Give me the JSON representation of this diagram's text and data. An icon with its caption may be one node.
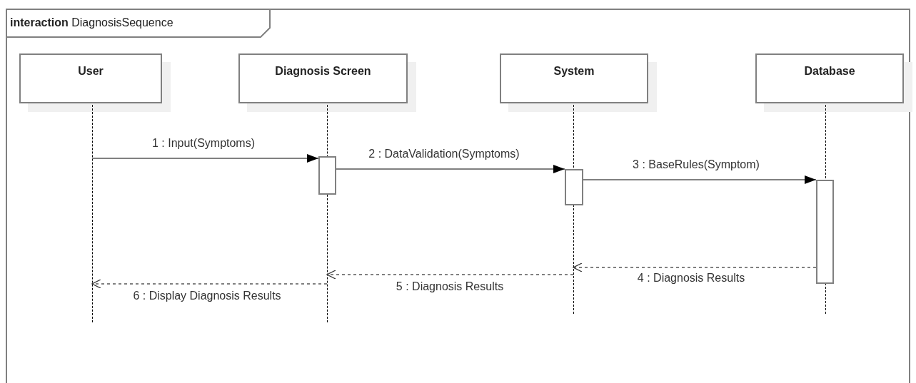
{
  "diagram": {
    "nodes": [
      {
        "text": [
          "**interaction** DiagnosisSequence"
        ]
      },
      {
        "text": [
          "User"
        ],
        "in": 0
      },
      {
        "text": [
          "Diagnosis Screen"
        ],
        "in": 0
      },
      {
        "text": [
          "System"
        ],
        "in": 0
      },
      {
        "text": [
          "Database"
        ],
        "in": 0
      },
      {
        "text": [],
        "shape": "line",
        "in": 0
      },
      {
        "text": [],
        "shape": "line",
        "in": 0
      },
      {
        "text": [],
        "shape": "line",
        "in": 0
      },
      {
        "text": [],
        "shape": "line",
        "in": 0
      },
      {
        "text": [],
        "shape": "bar",
        "in": 0
      },
      {
        "text": [],
        "shape": "bar",
        "in": 0
      },
      {
        "text": [],
        "shape": "bar",
        "in": 0
      }
    ],
    "edges": [
      {
        "from": 5,
        "to": 9,
        "arrow": "to",
        "label": "1 : Input(Symptoms)"
      },
      {
        "from": 9,
        "to": 10,
        "arrow": "to",
        "label": "2 : DataValidation(Symptoms)"
      },
      {
        "from": 10,
        "to": 11,
        "arrow": "to",
        "label": "3 : BaseRules(Symptom)"
      },
      {
        "from": 11,
        "to": 7,
        "arrow": "to",
        "style": "dashed",
        "label": "4 : Diagnosis Results"
      },
      {
        "from": 7,
        "to": 6,
        "arrow": "to",
        "style": "dashed",
        "label": "5 : Diagnosis Results"
      },
      {
        "from": 6,
        "to": 5,
        "arrow": "to",
        "style": "dashed",
        "label": "6 : Display Diagnosis Results"
      }
    ]
  }
}
